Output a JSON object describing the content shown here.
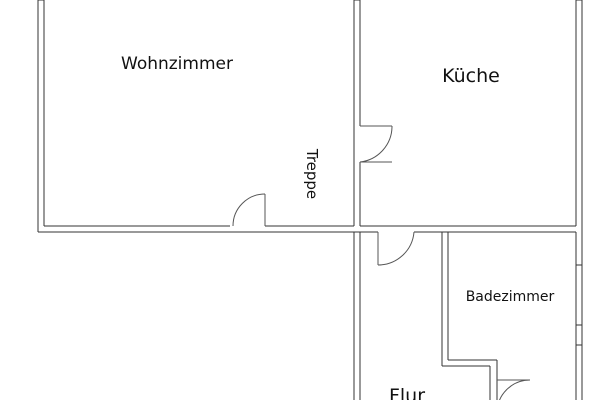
{
  "plan": {
    "rooms": [
      {
        "id": "wohnzimmer",
        "label": "Wohnzimmer"
      },
      {
        "id": "kueche",
        "label": "Küche"
      },
      {
        "id": "treppe",
        "label": "Treppe"
      },
      {
        "id": "badezimmer",
        "label": "Badezimmer"
      },
      {
        "id": "flur",
        "label": "Flur"
      }
    ],
    "colors": {
      "wall": "#333333",
      "background": "#ffffff",
      "text": "#111111"
    }
  }
}
